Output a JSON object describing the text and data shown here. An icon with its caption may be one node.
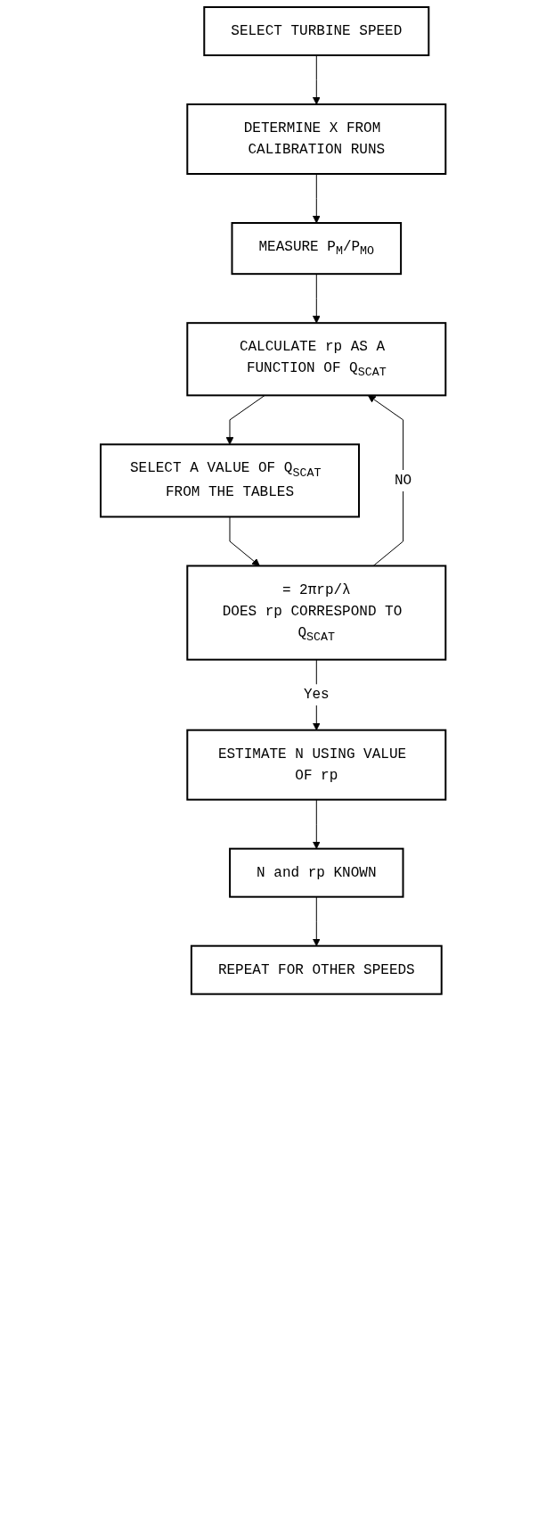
{
  "diagram": {
    "nodes": [
      {
        "text": [
          "SELECT TURBINE SPEED"
        ]
      },
      {
        "text": [
          "DETERMINE X FROM CALIBRATION RUNS"
        ]
      },
      {
        "text": [
          "MEASURE P$_{M}$/P$_{MO}$"
        ]
      },
      {
        "text": [
          "CALCULATE rp AS A FUNCTION OF Q$_{SCAT}$"
        ]
      },
      {
        "text": [
          "SELECT A VALUE OF Q$_{SCAT}$ FROM THE TABLES"
        ]
      },
      {
        "text": [
          "= 2πrp/λ",
          "DOES rp CORRESPOND TO Q$_{SCAT}$"
        ]
      },
      {
        "text": [
          "ESTIMATE N USING VALUE OF rp"
        ]
      },
      {
        "text": [
          "N and rp KNOWN"
        ]
      },
      {
        "text": [
          "REPEAT FOR OTHER SPEEDS"
        ]
      }
    ],
    "edges": [
      {
        "from": 0,
        "to": 1,
        "arrow": "to"
      },
      {
        "from": 1,
        "to": 2,
        "arrow": "to"
      },
      {
        "from": 2,
        "to": 3,
        "arrow": "to"
      },
      {
        "from": 3,
        "to": 4,
        "arrow": "to"
      },
      {
        "from": 4,
        "to": 5,
        "arrow": "to"
      },
      {
        "from": 5,
        "to": 3,
        "arrow": "to",
        "label": "NO"
      },
      {
        "from": 5,
        "to": 6,
        "arrow": "to",
        "label": "Yes"
      },
      {
        "from": 6,
        "to": 7,
        "arrow": "to"
      },
      {
        "from": 7,
        "to": 8,
        "arrow": "to"
      }
    ]
  }
}
